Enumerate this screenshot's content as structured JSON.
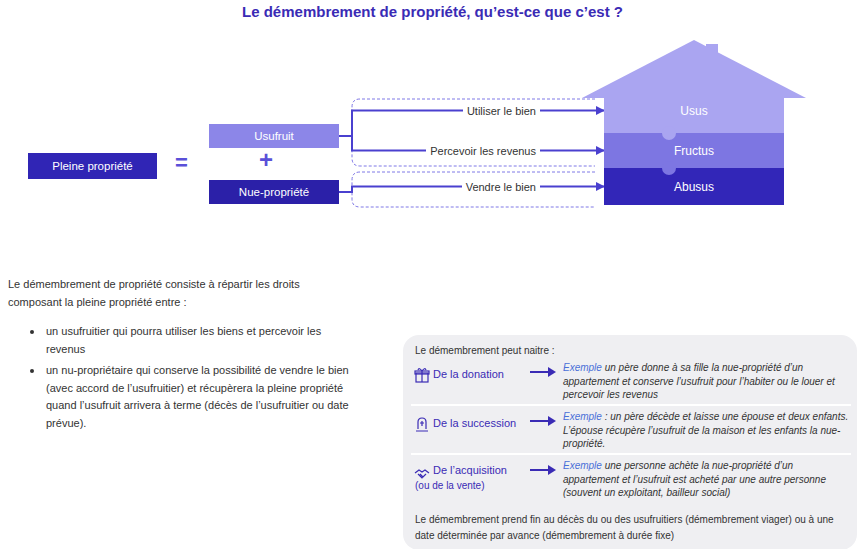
{
  "diagram": {
    "title": "Le démembrement de propriété, qu’est-ce que c’est ?",
    "nodes": [
      {
        "text": [
          "Pleine propriété"
        ]
      },
      {
        "text": [
          "Usufruit"
        ]
      },
      {
        "text": [
          "Nue-propriété"
        ]
      },
      {
        "text": [
          "Usus"
        ]
      },
      {
        "text": [
          "Fructus"
        ]
      },
      {
        "text": [
          "Abusus"
        ]
      },
      {
        "text": [
          "Le démembrement peut naitre :",
          "Le démembrement prend fin au décès du ou des usufruitiers (démembrement viager) ou à une date déterminée par avance (démembrement à durée fixe)"
        ]
      },
      {
        "text": [
          "De la donation",
          "Exemple un père donne à sa fille la nue-propriété d’un appartement et conserve l’usufruit pour l’habiter ou le louer et percevoir les revenus"
        ],
        "in": 6
      },
      {
        "text": [
          "De la succession",
          "Exemple : un père décède et laisse une épouse et deux enfants. L’épouse récupère l’usufruit de la maison et les enfants la nue-propriété."
        ],
        "in": 6
      },
      {
        "text": [
          "De l’acquisition",
          "(ou de la vente)",
          "Exemple une personne achète la nue-propriété d’un appartement et l’usufruit est acheté par une autre personne (souvent un exploitant, bailleur social)"
        ],
        "in": 6
      }
    ],
    "edges": [
      {
        "from": 1,
        "to": 3,
        "arrow": "to",
        "label": "Utiliser le bien"
      },
      {
        "from": 1,
        "to": 4,
        "arrow": "to",
        "label": "Percevoir les revenus"
      },
      {
        "from": 2,
        "to": 5,
        "arrow": "to",
        "label": "Vendre le bien"
      }
    ],
    "labels": [
      "=",
      "+",
      "Le démembrement de propriété consiste à répartir les droits composant la pleine propriété entre :",
      "un usufruitier qui pourra utiliser les biens et percevoir les revenus",
      "un nu-propriétaire qui conserve la possibilité de vendre le bien (avec accord de l’usufruitier) et récupèrera la pleine propriété quand l’usufruit arrivera à terme (décès de l’usufruitier ou date prévue)."
    ]
  }
}
